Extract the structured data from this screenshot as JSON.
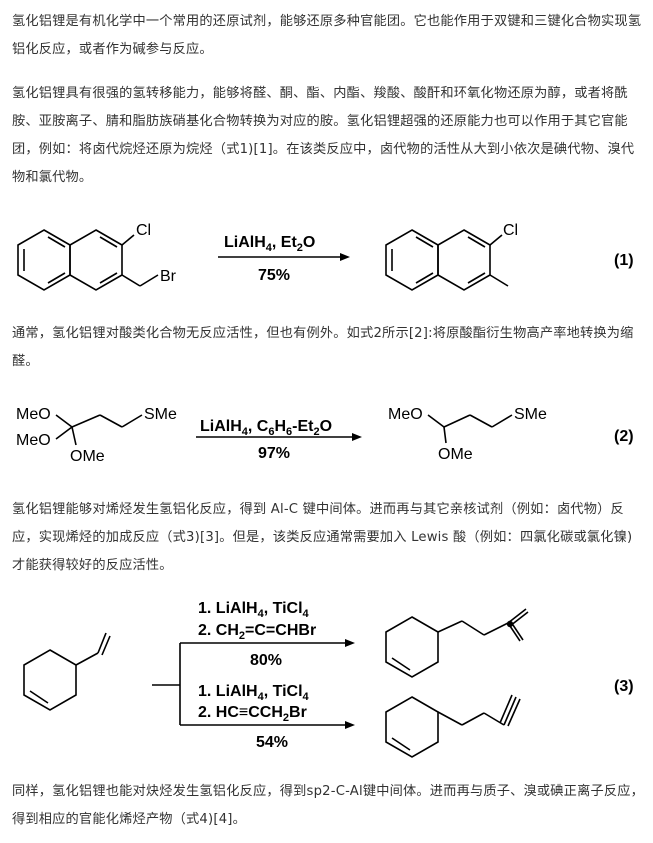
{
  "paragraphs": {
    "p1": "氢化铝锂是有机化学中一个常用的还原试剂，能够还原多种官能团。它也能作用于双键和三键化合物实现氢铝化反应，或者作为碱参与反应。",
    "p2": "氢化铝锂具有很强的氢转移能力，能够将醛、酮、酯、内酯、羧酸、酸酐和环氧化物还原为醇，或者将酰胺、亚胺离子、腈和脂肪族硝基化合物转换为对应的胺。氢化铝锂超强的还原能力也可以作用于其它官能团，例如：将卤代烷烃还原为烷烃（式1)[1]。在该类反应中，卤代物的活性从大到小依次是碘代物、溴代物和氯代物。",
    "p3": "通常，氢化铝锂对酸类化合物无反应活性，但也有例外。如式2所示[2]:将原酸酯衍生物高产率地转换为缩醛。",
    "p4": "氢化铝锂能够对烯烃发生氢铝化反应，得到 Al-C 键中间体。进而再与其它亲核试剂（例如：卤代物）反应，实现烯烃的加成反应（式3)[3]。但是，该类反应通常需要加入 Lewis 酸（例如：四氯化碳或氯化镍)才能获得较好的反应活性。",
    "p5": "同样，氢化铝锂也能对炔烃发生氢铝化反应，得到sp2-C-Al键中间体。进而再与质子、溴或碘正离子反应，得到相应的官能化烯烃产物（式4)[4]。"
  },
  "scheme1": {
    "cl_start": "Cl",
    "br": "Br",
    "reagent_main": "LiAlH",
    "reagent_sub4": "4",
    "reagent_mid": ", Et",
    "reagent_sub2": "2",
    "reagent_end": "O",
    "yield": "75%",
    "cl_product": "Cl",
    "label": "(1)"
  },
  "scheme2": {
    "meo_top": "MeO",
    "meo_bottom": "MeO",
    "ome": "OMe",
    "sme": "SMe",
    "reagent_a": "LiAlH",
    "reagent_sub4": "4",
    "reagent_b": ", C",
    "reagent_sub6a": "6",
    "reagent_c": "H",
    "reagent_sub6b": "6",
    "reagent_d": "-Et",
    "reagent_sub2": "2",
    "reagent_e": "O",
    "yield": "97%",
    "prod_meo": "MeO",
    "prod_ome": "OMe",
    "prod_sme": "SMe",
    "label": "(2)"
  },
  "scheme3": {
    "top_line1_a": "1. LiAlH",
    "top_line1_sub4": "4",
    "top_line1_b": ", TiCl",
    "top_line1_sub4b": "4",
    "top_line2_a": "2. CH",
    "top_line2_sub2": "2",
    "top_line2_b": "=C=CHBr",
    "top_yield": "80%",
    "bot_line1_a": "1. LiAlH",
    "bot_line1_sub4": "4",
    "bot_line1_b": ", TiCl",
    "bot_line1_sub4b": "4",
    "bot_line2_a": "2. HC≡CCH",
    "bot_line2_sub2": "2",
    "bot_line2_b": "Br",
    "bot_yield": "54%",
    "label": "(3)"
  }
}
